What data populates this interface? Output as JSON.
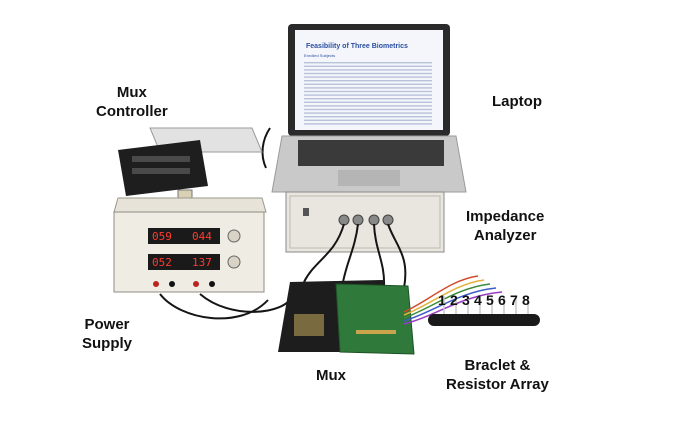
{
  "labels": {
    "mux_controller": [
      "Mux",
      "Controller"
    ],
    "laptop": "Laptop",
    "impedance_analyzer": [
      "Impedance",
      "Analyzer"
    ],
    "power_supply": [
      "Power",
      "Supply"
    ],
    "mux": "Mux",
    "bracelet": [
      "Braclet &",
      "Resistor Array"
    ]
  },
  "electrode_numbers": [
    "1",
    "2",
    "3",
    "4",
    "5",
    "6",
    "7",
    "8"
  ],
  "laptop_screen": {
    "title": "Feasibility of Three Biometrics",
    "subtitle": "Enrolled Subjects"
  },
  "power_supply_display": {
    "row1_left": "059",
    "row1_right": "044",
    "row2_left": "052",
    "row2_right": "137"
  }
}
